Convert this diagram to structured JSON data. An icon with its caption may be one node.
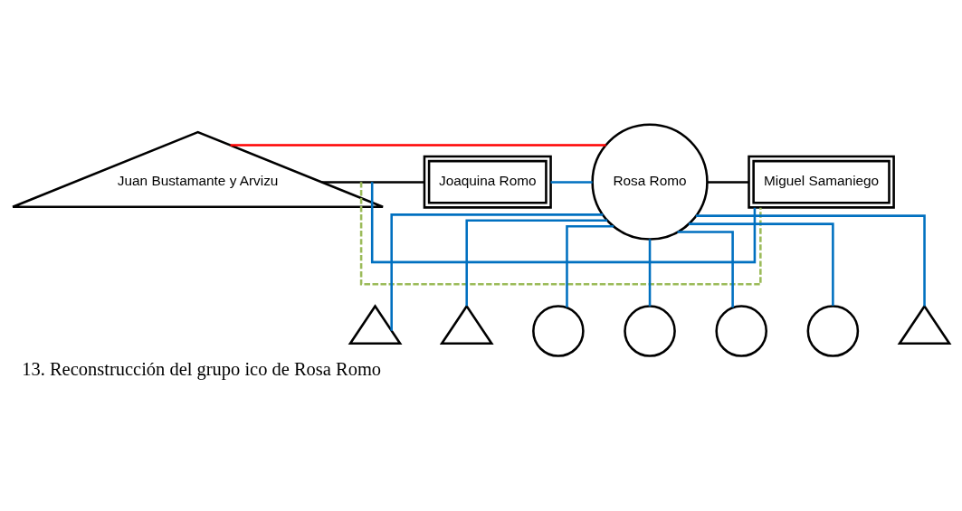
{
  "diagram": {
    "caption": "13. Reconstrucción del grupo ico de Rosa Romo",
    "nodes": [
      {
        "text": [
          "Juan Bustamante y Arvizu"
        ]
      },
      {
        "text": [
          "Joaquina Romo"
        ]
      },
      {
        "text": [
          "Rosa Romo"
        ]
      },
      {
        "text": [
          "Miguel Samaniego"
        ]
      },
      {
        "text": [],
        "shape": "triangle"
      },
      {
        "text": [],
        "shape": "triangle"
      },
      {
        "text": [],
        "shape": "circle"
      },
      {
        "text": [],
        "shape": "circle"
      },
      {
        "text": [],
        "shape": "circle"
      },
      {
        "text": [],
        "shape": "circle"
      },
      {
        "text": [],
        "shape": "triangle"
      }
    ],
    "edges": [
      {
        "from": 0,
        "to": 3,
        "arrow": "none"
      },
      {
        "from": 0,
        "to": 3,
        "arrow": "none",
        "style": "dashed",
        "color": "#9bbb59"
      },
      {
        "from": 1,
        "to": 2,
        "arrow": "none"
      },
      {
        "from": 0,
        "to": 1,
        "arrow": "none",
        "color": "#000000"
      },
      {
        "from": 0,
        "to": 2,
        "arrow": "none",
        "color": "#ff0000"
      },
      {
        "from": 2,
        "to": 3,
        "arrow": "none",
        "color": "#000000"
      },
      {
        "from": 2,
        "to": 4,
        "arrow": "none"
      },
      {
        "from": 2,
        "to": 5,
        "arrow": "none"
      },
      {
        "from": 2,
        "to": 6,
        "arrow": "none"
      },
      {
        "from": 2,
        "to": 7,
        "arrow": "none"
      },
      {
        "from": 2,
        "to": 8,
        "arrow": "none"
      },
      {
        "from": 2,
        "to": 9,
        "arrow": "none"
      },
      {
        "from": 2,
        "to": 10,
        "arrow": "none"
      }
    ]
  }
}
